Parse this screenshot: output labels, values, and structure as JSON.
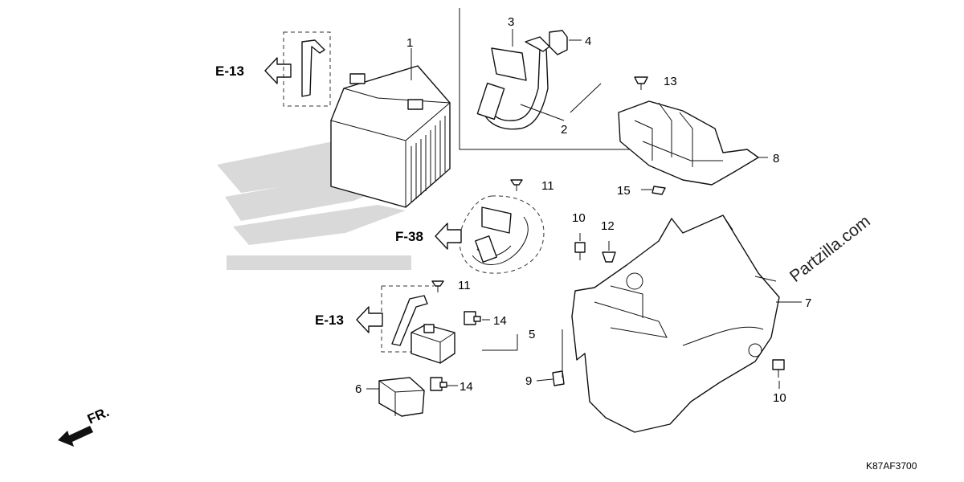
{
  "callouts": {
    "c1": "1",
    "c2": "2",
    "c3": "3",
    "c4": "4",
    "c5": "5",
    "c6": "6",
    "c7": "7",
    "c8": "8",
    "c9": "9",
    "c10a": "10",
    "c10b": "10",
    "c11a": "11",
    "c11b": "11",
    "c12": "12",
    "c13": "13",
    "c14a": "14",
    "c14b": "14",
    "c15": "15"
  },
  "references": {
    "e13_top": "E-13",
    "f38": "F-38",
    "e13_mid": "E-13"
  },
  "direction_label": "FR.",
  "watermark": "Partzilla.com",
  "diagram_code": "K87AF3700",
  "colors": {
    "line": "#111111",
    "watermark_dots": "#bbbbbb"
  }
}
